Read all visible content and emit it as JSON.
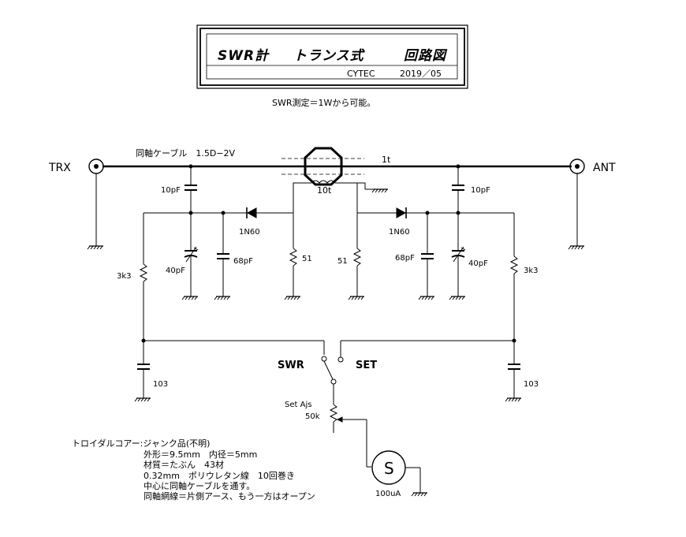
{
  "title_box": {
    "title_left": "SWR計",
    "title_mid": "トランス式",
    "title_right": "回路図",
    "maker": "CYTEC",
    "date": "2019／05"
  },
  "subtitle": "SWR測定＝1Wから可能。",
  "cable_label": "同軸ケーブル　1.5D−2V",
  "ports": {
    "left": "TRX",
    "right": "ANT"
  },
  "transformer": {
    "primary": "1t",
    "secondary": "10t"
  },
  "components": {
    "c_coupling_left": "10pF",
    "c_coupling_right": "10pF",
    "diode_left": "1N60",
    "diode_right": "1N60",
    "trimmer_left": "40pF",
    "trimmer_right": "40pF",
    "cap_left": "68pF",
    "cap_right": "68pF",
    "res_load_left": "51",
    "res_load_right": "51",
    "res_series_left": "3k3",
    "res_series_right": "3k3",
    "bypass_left": "103",
    "bypass_right": "103",
    "pot_name": "Set  Ajs",
    "pot_value": "50k",
    "meter_symbol": "S",
    "meter_value": "100uA"
  },
  "switch": {
    "left": "SWR",
    "right": "SET"
  },
  "notes": [
    "トロイダルコアー:ジャンク品(不明)",
    "外形＝9.5mm　内径＝5mm",
    "材質＝たぶん　43材",
    "0.32mm　ポリウレタン線　10回巻き",
    "中心に同軸ケーブルを通す。",
    "同軸網線＝片側アース、もう一方はオープン"
  ]
}
